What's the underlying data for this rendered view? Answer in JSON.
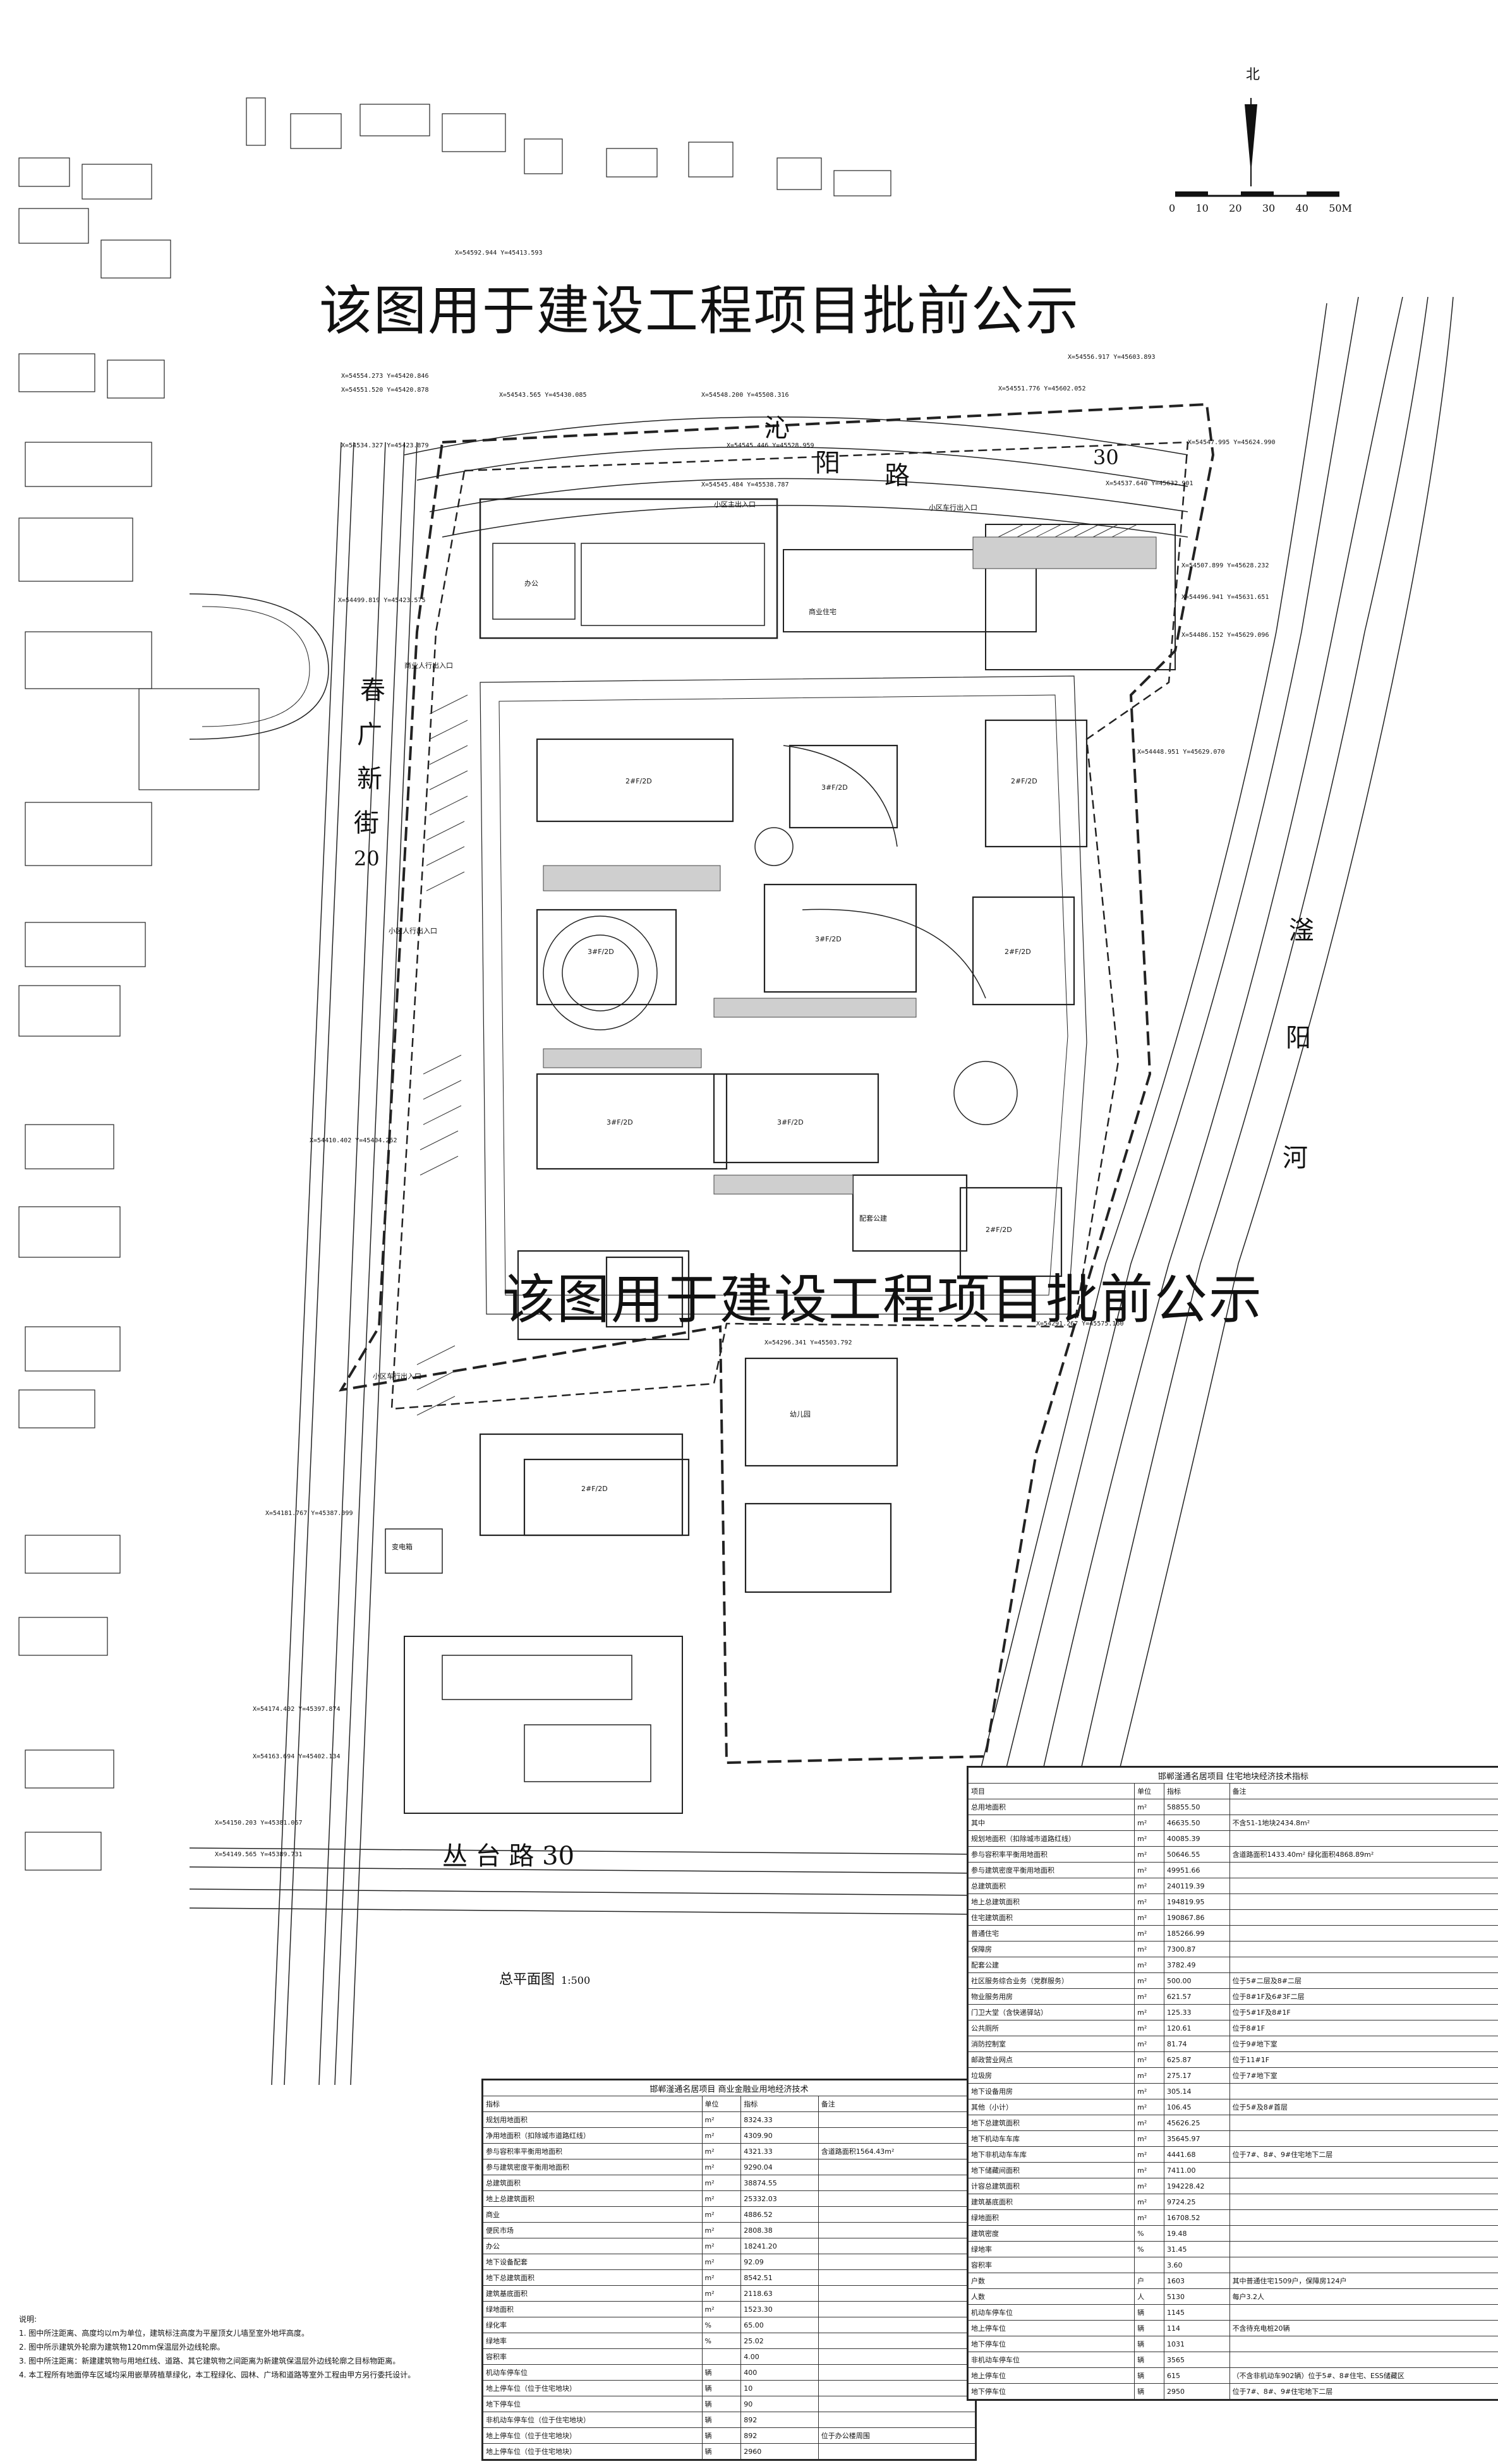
{
  "watermark": "该图用于建设工程项目批前公示",
  "compass": {
    "north": "北",
    "scale_ticks": [
      "0",
      "10",
      "20",
      "30",
      "40",
      "50M"
    ]
  },
  "roads": {
    "top_road": [
      "沁",
      "阳",
      "路"
    ],
    "top_road_width": "30",
    "left_street": [
      "春",
      "广",
      "新",
      "街"
    ],
    "left_street_width": "20",
    "bottom_road": "丛 台 路 30",
    "river": [
      "滏",
      "阳",
      "河"
    ]
  },
  "entrances": {
    "top_main": "小区主出入口",
    "top_car": "小区车行出入口",
    "left_people_1": "商业人行出入口",
    "left_people_2": "小区人行出入口",
    "left_car": "小区车行出入口"
  },
  "plan_title": "总平面图",
  "plan_scale": "1:500",
  "coordinates": [
    "X=54592.944 Y=45413.593",
    "X=54554.273 Y=45420.846",
    "X=54551.520 Y=45420.878",
    "X=54534.327 Y=45423.879",
    "X=54543.565 Y=45430.085",
    "X=54548.200 Y=45508.316",
    "X=54545.446 Y=45528.959",
    "X=54545.484 Y=45538.787",
    "X=54556.917 Y=45603.893",
    "X=54551.776 Y=45602.052",
    "X=54547.995 Y=45624.990",
    "X=54537.640 Y=45632.901",
    "X=54507.899 Y=45628.232",
    "X=54496.941 Y=45631.651",
    "X=54486.152 Y=45629.096",
    "X=54499.819 Y=45423.575",
    "X=54448.951 Y=45629.070",
    "X=54410.402 Y=45404.262",
    "X=54291.267 Y=45575.160",
    "X=54296.341 Y=45503.792",
    "X=54181.767 Y=45387.099",
    "X=54174.402 Y=45397.874",
    "X=54163.694 Y=45402.134",
    "X=54150.203 Y=45381.067",
    "X=54149.565 Y=45389.731"
  ],
  "building_labels": [
    "2#F/2D",
    "3#F/2D",
    "3#F/2D",
    "3#F/2D",
    "3#F/2D",
    "3#F/2D",
    "2#F/2D",
    "2#F/2D",
    "2#F/2D",
    "2#F/2D",
    "商业住宅",
    "办公",
    "配套公建",
    "变电箱",
    "幼儿园"
  ],
  "notes": {
    "title": "说明:",
    "items": [
      "1. 图中所注距离、高度均以m为单位，建筑标注高度为平屋顶女儿墙至室外地坪高度。",
      "2. 图中所示建筑外轮廓为建筑物120mm保温层外边线轮廓。",
      "3. 图中所注距离：新建建筑物与用地红线、道路、其它建筑物之间距离为新建筑保温层外边线轮廓之目标物距离。",
      "4. 本工程所有地面停车区域均采用嵌草砖植草绿化，本工程绿化、园林、广场和道路等室外工程由甲方另行委托设计。"
    ]
  },
  "table_left": {
    "title": "邯郸滏通名居项目 商业金融业用地经济技术",
    "headers": [
      "指标",
      "单位",
      "指标",
      "备注"
    ],
    "rows": [
      [
        "规划用地面积",
        "m²",
        "8324.33",
        ""
      ],
      [
        "净用地面积（扣除城市道路红线）",
        "m²",
        "4309.90",
        ""
      ],
      [
        "参与容积率平衡用地面积",
        "m²",
        "4321.33",
        "含道路面积1564.43m²"
      ],
      [
        "参与建筑密度平衡用地面积",
        "m²",
        "9290.04",
        ""
      ],
      [
        "总建筑面积",
        "m²",
        "38874.55",
        ""
      ],
      [
        "地上总建筑面积",
        "m²",
        "25332.03",
        ""
      ],
      [
        "商业",
        "m²",
        "4886.52",
        ""
      ],
      [
        "便民市场",
        "m²",
        "2808.38",
        ""
      ],
      [
        "办公",
        "m²",
        "18241.20",
        ""
      ],
      [
        "地下设备配套",
        "m²",
        "92.09",
        ""
      ],
      [
        "地下总建筑面积",
        "m²",
        "8542.51",
        ""
      ],
      [
        "建筑基底面积",
        "m²",
        "2118.63",
        ""
      ],
      [
        "绿地面积",
        "m²",
        "1523.30",
        ""
      ],
      [
        "绿化率",
        "%",
        "65.00",
        ""
      ],
      [
        "绿地率",
        "%",
        "25.02",
        ""
      ],
      [
        "容积率",
        "",
        "4.00",
        ""
      ],
      [
        "机动车停车位",
        "辆",
        "400",
        ""
      ],
      [
        "地上停车位（位于住宅地块）",
        "辆",
        "10",
        ""
      ],
      [
        "地下停车位",
        "辆",
        "90",
        ""
      ],
      [
        "非机动车停车位（位于住宅地块）",
        "辆",
        "892",
        ""
      ],
      [
        "地上停车位（位于住宅地块）",
        "辆",
        "892",
        "位于办公楼周围"
      ],
      [
        "地上停车位（位于住宅地块）",
        "辆",
        "2960",
        ""
      ]
    ]
  },
  "table_right": {
    "title": "邯郸滏通名居项目 住宅地块经济技术指标",
    "headers": [
      "项目",
      "单位",
      "指标",
      "备注"
    ],
    "rows": [
      [
        "总用地面积",
        "m²",
        "58855.50",
        ""
      ],
      [
        "其中",
        "m²",
        "46635.50",
        "不含51-1地块2434.8m²"
      ],
      [
        "规划地面积（扣除城市道路红线）",
        "m²",
        "40085.39",
        ""
      ],
      [
        "参与容积率平衡用地面积",
        "m²",
        "50646.55",
        "含道路面积1433.40m² 绿化面积4868.89m²"
      ],
      [
        "参与建筑密度平衡用地面积",
        "m²",
        "49951.66",
        ""
      ],
      [
        "总建筑面积",
        "m²",
        "240119.39",
        ""
      ],
      [
        "地上总建筑面积",
        "m²",
        "194819.95",
        ""
      ],
      [
        "住宅建筑面积",
        "m²",
        "190867.86",
        ""
      ],
      [
        "普通住宅",
        "m²",
        "185266.99",
        ""
      ],
      [
        "保障房",
        "m²",
        "7300.87",
        ""
      ],
      [
        "配套公建",
        "m²",
        "3782.49",
        ""
      ],
      [
        "社区服务综合业务（党群服务）",
        "m²",
        "500.00",
        "位于5#二层及8#二层"
      ],
      [
        "物业服务用房",
        "m²",
        "621.57",
        "位于8#1F及6#3F二层"
      ],
      [
        "门卫大堂（含快递驿站）",
        "m²",
        "125.33",
        "位于5#1F及8#1F"
      ],
      [
        "公共厕所",
        "m²",
        "120.61",
        "位于8#1F"
      ],
      [
        "消防控制室",
        "m²",
        "81.74",
        "位于9#地下室"
      ],
      [
        "邮政营业网点",
        "m²",
        "625.87",
        "位于11#1F"
      ],
      [
        "垃圾房",
        "m²",
        "275.17",
        "位于7#地下室"
      ],
      [
        "地下设备用房",
        "m²",
        "305.14",
        ""
      ],
      [
        "其他（小计）",
        "m²",
        "106.45",
        "位于5#及8#首层"
      ],
      [
        "地下总建筑面积",
        "m²",
        "45626.25",
        ""
      ],
      [
        "地下机动车车库",
        "m²",
        "35645.97",
        ""
      ],
      [
        "地下非机动车车库",
        "m²",
        "4441.68",
        "位于7#、8#、9#住宅地下二层"
      ],
      [
        "地下储藏间面积",
        "m²",
        "7411.00",
        ""
      ],
      [
        "计容总建筑面积",
        "m²",
        "194228.42",
        ""
      ],
      [
        "建筑基底面积",
        "m²",
        "9724.25",
        ""
      ],
      [
        "绿地面积",
        "m²",
        "16708.52",
        ""
      ],
      [
        "建筑密度",
        "%",
        "19.48",
        ""
      ],
      [
        "绿地率",
        "%",
        "31.45",
        ""
      ],
      [
        "容积率",
        "",
        "3.60",
        ""
      ],
      [
        "户数",
        "户",
        "1603",
        "其中普通住宅1509户，保障房124户"
      ],
      [
        "人数",
        "人",
        "5130",
        "每户3.2人"
      ],
      [
        "机动车停车位",
        "辆",
        "1145",
        ""
      ],
      [
        "地上停车位",
        "辆",
        "114",
        "不含待充电桩20辆"
      ],
      [
        "地下停车位",
        "辆",
        "1031",
        ""
      ],
      [
        "非机动车停车位",
        "辆",
        "3565",
        ""
      ],
      [
        "地上停车位",
        "辆",
        "615",
        "（不含非机动车902辆）位于5#、8#住宅、ESS储藏区"
      ],
      [
        "地下停车位",
        "辆",
        "2950",
        "位于7#、8#、9#住宅地下二层"
      ]
    ]
  }
}
